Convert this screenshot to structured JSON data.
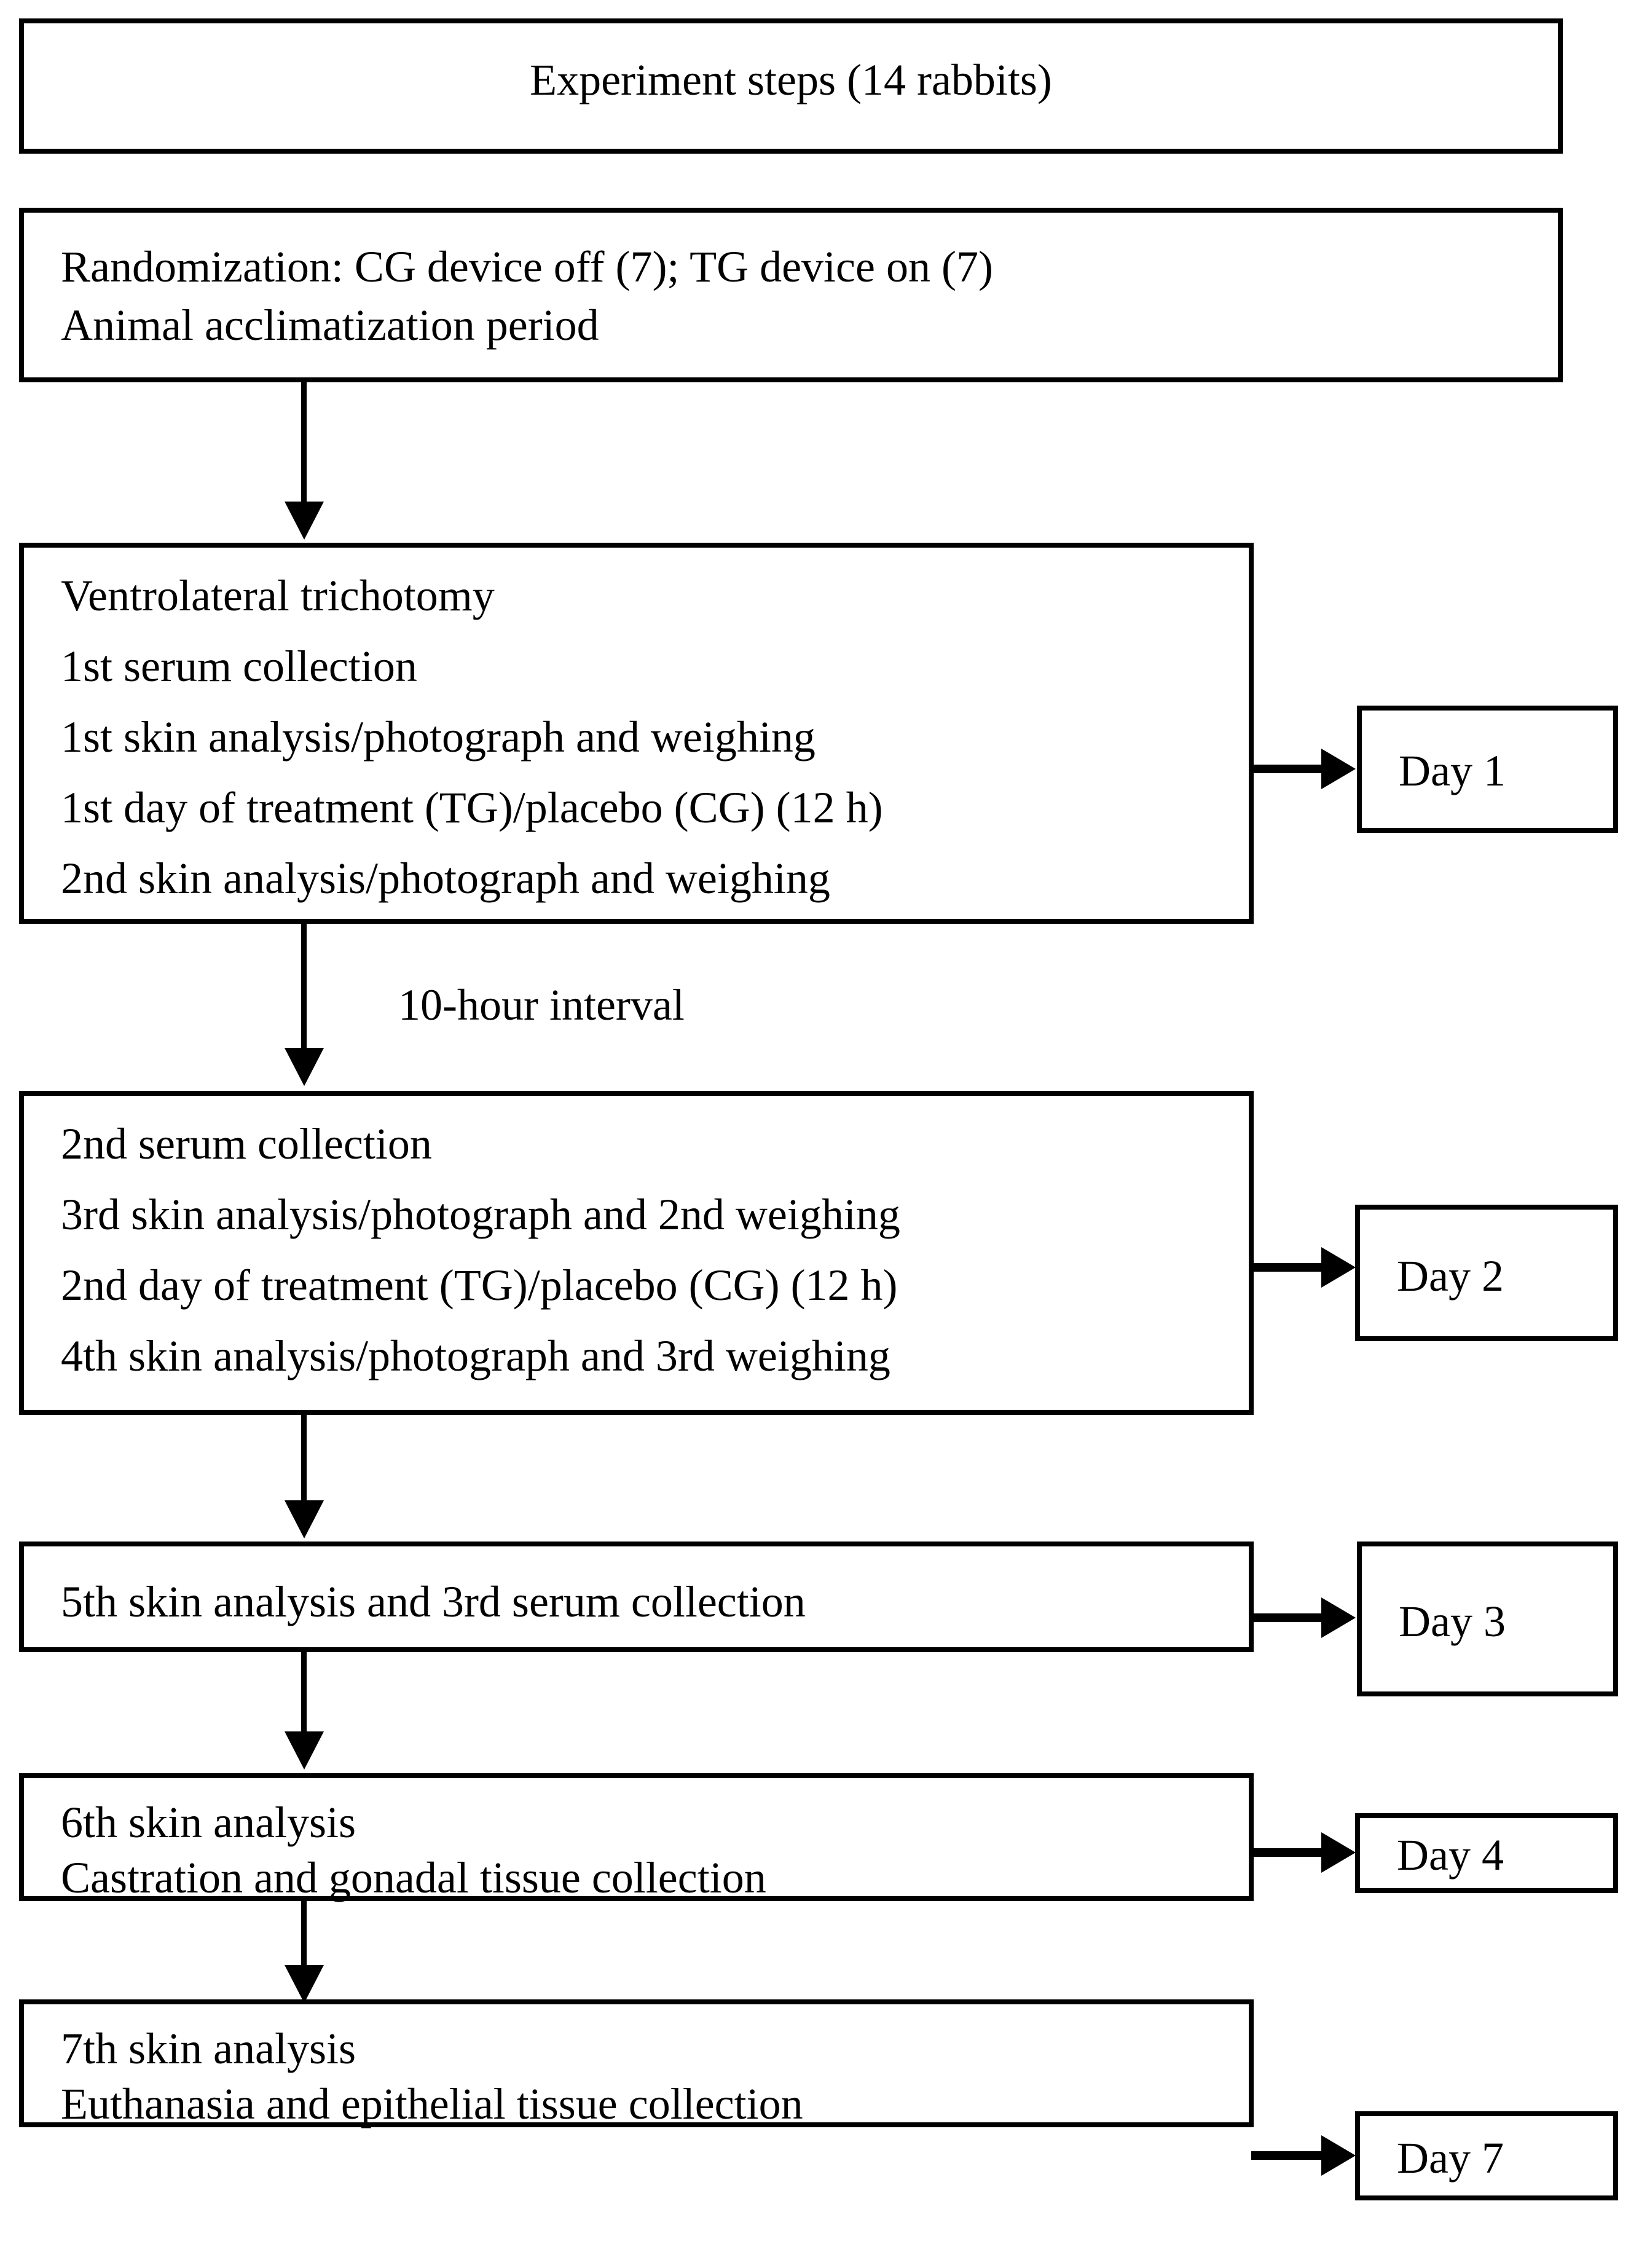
{
  "diagram": {
    "title": "Experiment steps (14 rabbits)",
    "type": "flowchart",
    "orientation": "vertical",
    "nodes": [
      {
        "id": "title",
        "label": "Experiment steps (14 rabbits)",
        "lines": [
          "Experiment steps (14 rabbits)"
        ],
        "align": "center"
      },
      {
        "id": "randomization",
        "label": "Randomization and acclimatization",
        "lines": [
          "Randomization: CG device off (7); TG device on (7)",
          "Animal acclimatization period"
        ],
        "align": "left"
      },
      {
        "id": "day1-steps",
        "label": "Day 1 procedures",
        "lines": [
          "Ventrolateral trichotomy",
          "1st serum collection",
          "1st skin analysis/photograph and weighing",
          "1st day of treatment (TG)/placebo (CG) (12 h)",
          "2nd skin analysis/photograph and weighing"
        ],
        "align": "left"
      },
      {
        "id": "day2-steps",
        "label": "Day 2 procedures",
        "lines": [
          "2nd serum collection",
          "3rd skin analysis/photograph and 2nd weighing",
          "2nd day of treatment (TG)/placebo (CG) (12 h)",
          "4th skin analysis/photograph and 3rd weighing"
        ],
        "align": "left"
      },
      {
        "id": "day3-steps",
        "label": "Day 3 procedures",
        "lines": [
          "5th skin analysis and 3rd serum collection"
        ],
        "align": "left"
      },
      {
        "id": "day4-steps",
        "label": "Day 4 procedures",
        "lines": [
          "6th skin analysis",
          "Castration and gonadal tissue collection"
        ],
        "align": "left"
      },
      {
        "id": "day7-steps",
        "label": "Day 7 procedures",
        "lines": [
          "7th skin analysis",
          "Euthanasia and epithelial tissue collection"
        ],
        "align": "left"
      }
    ],
    "day_labels": [
      {
        "id": "day1",
        "text": "Day 1"
      },
      {
        "id": "day2",
        "text": "Day 2"
      },
      {
        "id": "day3",
        "text": "Day 3"
      },
      {
        "id": "day4",
        "text": "Day 4"
      },
      {
        "id": "day7",
        "text": "Day 7"
      }
    ],
    "edge_labels": [
      {
        "id": "interval",
        "text": "10-hour interval"
      }
    ],
    "colors": {
      "border": "#000000",
      "background": "#ffffff",
      "text": "#000000"
    }
  }
}
